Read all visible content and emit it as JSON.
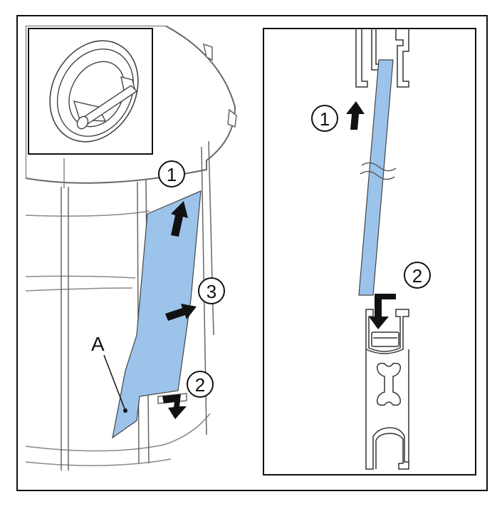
{
  "labels": {
    "part_a": "A",
    "step_1": "1",
    "step_2": "2",
    "step_3": "3"
  },
  "colors": {
    "glass": "#9cc3ea",
    "line": "#111111",
    "cabinet_line": "#666666",
    "background": "#ffffff"
  },
  "icons": [
    "pin-hinge-icon",
    "arrow-up-icon",
    "arrow-down-icon",
    "arrow-right-icon",
    "wavy-break-icon"
  ]
}
